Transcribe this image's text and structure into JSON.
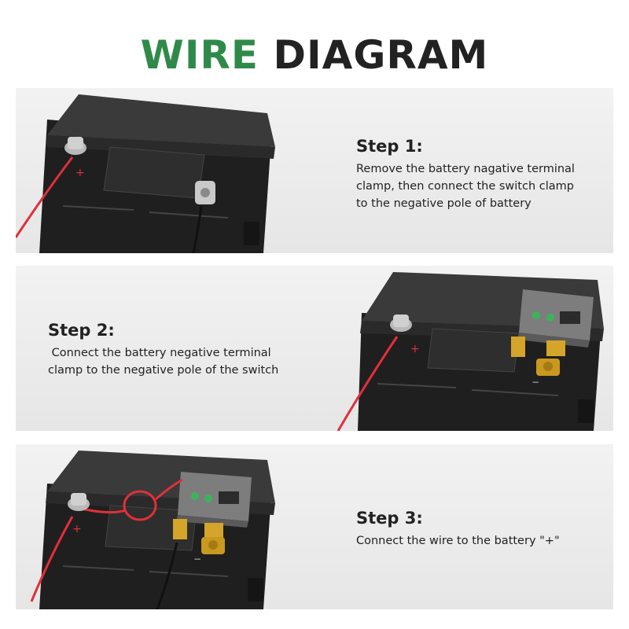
{
  "title": {
    "word1": "WIRE",
    "word2": "DIAGRAM"
  },
  "steps": [
    {
      "heading": "Step 1:",
      "lines": [
        "Remove the battery nagative terminal",
        "clamp, then connect the switch clamp",
        "to the negative pole of battery"
      ]
    },
    {
      "heading": "Step 2:",
      "lines": [
        " Connect the battery negative terminal",
        "clamp to the negative pole of the switch"
      ]
    },
    {
      "heading": "Step 3:",
      "lines": [
        "Connect the wire to the battery \"+\""
      ]
    }
  ],
  "battery_marks": {
    "plus": "+",
    "minus": "−"
  },
  "colors": {
    "accent_green": "#2f8a4a",
    "wire_red": "#e0303a",
    "battery_body": "#2b2b2b",
    "brass": "#d4a52a"
  }
}
